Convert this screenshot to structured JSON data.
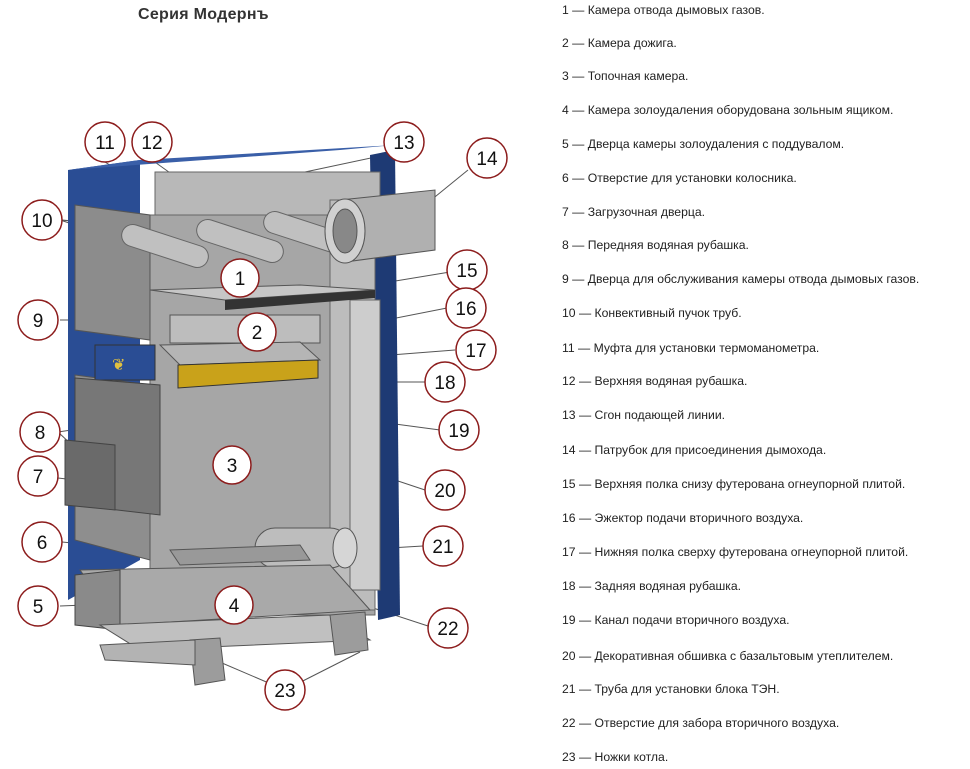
{
  "title": "Серия  Модернъ",
  "colors": {
    "casing_blue": "#2a4d94",
    "casing_dark": "#1e3a74",
    "steel_gray": "#9a9a9a",
    "steel_light": "#c4c4c4",
    "refractory_yellow": "#c9a21a",
    "callout_border": "#8c1c1c"
  },
  "callouts": [
    "1",
    "2",
    "3",
    "4",
    "5",
    "6",
    "7",
    "8",
    "9",
    "10",
    "11",
    "12",
    "13",
    "14",
    "15",
    "16",
    "17",
    "18",
    "19",
    "20",
    "21",
    "22",
    "23"
  ],
  "legend": [
    "1 — Камера отвода дымовых газов.",
    "2 — Камера дожига.",
    "3 — Топочная камера.",
    "4 — Камера золоудаления оборудована зольным ящиком.",
    "5 — Дверца камеры золоудаления с поддувалом.",
    "6 — Отверстие для установки колосника.",
    "7 — Загрузочная дверца.",
    "8 — Передняя водяная рубашка.",
    "9 — Дверца для обслуживания камеры отвода дымовых газов.",
    "10 — Конвективный пучок труб.",
    "11 — Муфта для установки термоманометра.",
    "12 — Верхняя водяная рубашка.",
    "13 — Сгон подающей линии.",
    "14 — Патрубок для присоединения дымохода.",
    "15 — Верхняя полка снизу футерована огнеупорной плитой.",
    "16 — Эжектор подачи вторичного воздуха.",
    "17 — Нижняя полка сверху футерована огнеупорной плитой.",
    "18 — Задняя водяная рубашка.",
    "19 — Канал подачи вторичного воздуха.",
    "20 — Декоративная обшивка с базальтовым утеплителем.",
    "21 — Труба для установки блока ТЭН.",
    "22 — Отверстие для забора вторичного воздуха.",
    "23 — Ножки котла."
  ]
}
